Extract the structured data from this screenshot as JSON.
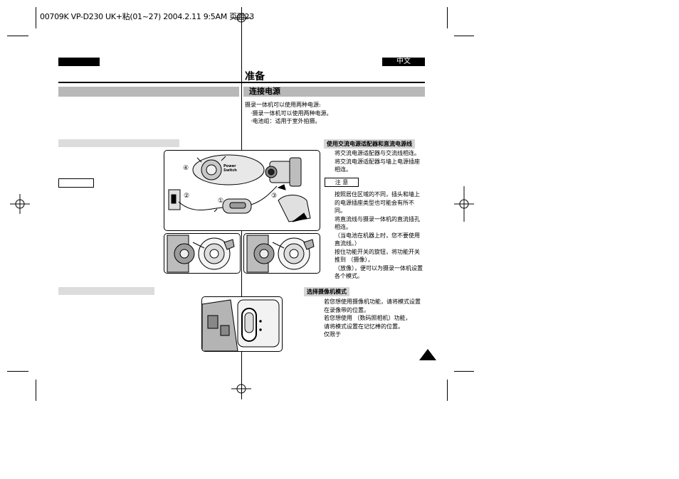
{
  "print_header": "00709K VP-D230 UK+粘(01~27) 2004.2.11 9:5AM 页面23",
  "lang_tab": "中文",
  "page_title": "准备",
  "section_power": {
    "title": "连接电源",
    "intro": [
      "摄录一体机可以使用两种电源:",
      "·摄录一体机可以使用两种电源。",
      "·电池组：适用于室外拍摄。"
    ]
  },
  "subsection_ac": {
    "title": "使用交流电源适配器和直流电源线",
    "steps": [
      "将交流电源适配器与交流线相连。",
      "将交流电源适配器与墙上电源插座",
      "相连。"
    ]
  },
  "note": {
    "label": "注 意",
    "lines": [
      "按照居住区域的不同，插头和墙上",
      "的电源插座类型也可能会有所不",
      "同。",
      "将直流线与摄录一体机的直流插孔",
      "相连。",
      "（当电池在机器上时，您不要使用",
      "直流线。）",
      "按住功能开关的旋钮，将功能开关",
      "推到 （摄像），",
      "（放像），便可以为摄录一体机设置",
      "各个模式。"
    ]
  },
  "subsection_mode": {
    "title": "选择摄像机模式",
    "lines": [
      "若您想使用摄像机功能，请将模式设置",
      "在录像带的位置。",
      "若您想使用 （数码照相机）功能，",
      "请将模式设置在记忆棒的位置。",
      "仅限于"
    ]
  },
  "figure_labels": {
    "power_switch": "Power Switch",
    "num1": "①",
    "num2": "②",
    "num3": "③",
    "num4": "④"
  }
}
